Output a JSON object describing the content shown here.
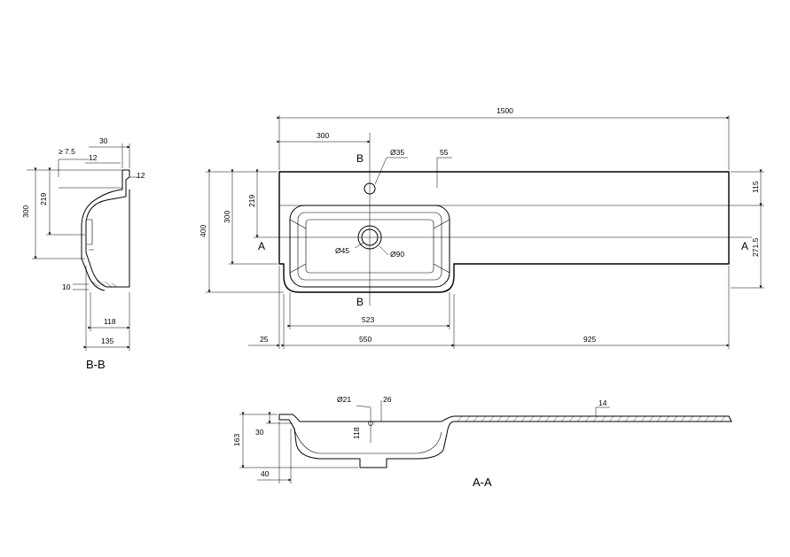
{
  "views": {
    "plan": {
      "dims": {
        "overall_width": "1500",
        "to_tap_hole": "300",
        "tap_hole_dia": "Ø35",
        "tap_offset": "55",
        "back_to_bowl": "115",
        "bowl_to_front": "271.5",
        "depth_total": "400",
        "depth_300": "300",
        "depth_219": "219",
        "drain_dia_small": "Ø45",
        "drain_dia_large": "Ø90",
        "bowl_inner": "523",
        "left_margin": "25",
        "bowl_outer": "550",
        "shelf_width": "925"
      },
      "section_marks": {
        "a_left": "A",
        "a_right": "A",
        "b_top": "B",
        "b_bottom": "B"
      }
    },
    "section_bb": {
      "title": "B-B",
      "dims": {
        "slope": "≥ 7.5",
        "top_30": "30",
        "top_12": "12",
        "rim_12": "12",
        "depth_219": "219",
        "height_300": "300",
        "base_10": "10",
        "width_118": "118",
        "width_135": "135"
      }
    },
    "section_aa": {
      "title": "A-A",
      "dims": {
        "overflow_dia": "Ø21",
        "overflow_26": "26",
        "overflow_118": "118",
        "height_163": "163",
        "rim_30": "30",
        "offset_40": "40",
        "shelf_14": "14"
      }
    }
  }
}
